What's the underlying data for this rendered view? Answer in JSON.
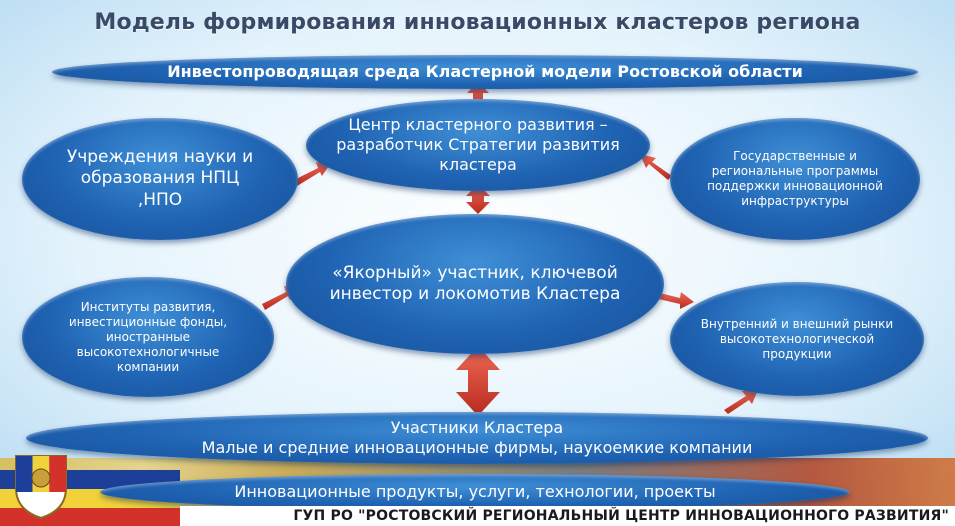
{
  "title": "Модель формирования инновационных кластеров региона",
  "nodes": {
    "top_bar": "Инвестопроводящая среда Кластерной модели Ростовской области",
    "center_top": "Центр кластерного развития – разработчик Стратегии развития кластера",
    "left_top": "Учреждения науки и образования НПЦ ,НПО",
    "right_top": "Государственные и региональные программы поддержки инновационной инфраструктуры",
    "center_mid": "«Якорный» участник, ключевой инвестор и локомотив Кластера",
    "left_mid": "Институты развития, инвестиционные фонды, иностранные высокотехнологичные компании",
    "right_mid": "Внутренний и внешний рынки высокотехнологической продукции",
    "bottom_bar_line1": "Участники Кластера",
    "bottom_bar_line2": "Малые и средние инновационные фирмы, наукоемкие компании",
    "products_bar": "Инновационные продукты, услуги, технологии, проекты"
  },
  "footer": "ГУП РО \"РОСТОВСКИЙ РЕГИОНАЛЬНЫЙ ЦЕНТР ИННОВАЦИОННОГО РАЗВИТИЯ\"",
  "colors": {
    "node_blue": "#1f63b3",
    "arrow_red": "#d23b2c",
    "background": "#dff0fb"
  }
}
